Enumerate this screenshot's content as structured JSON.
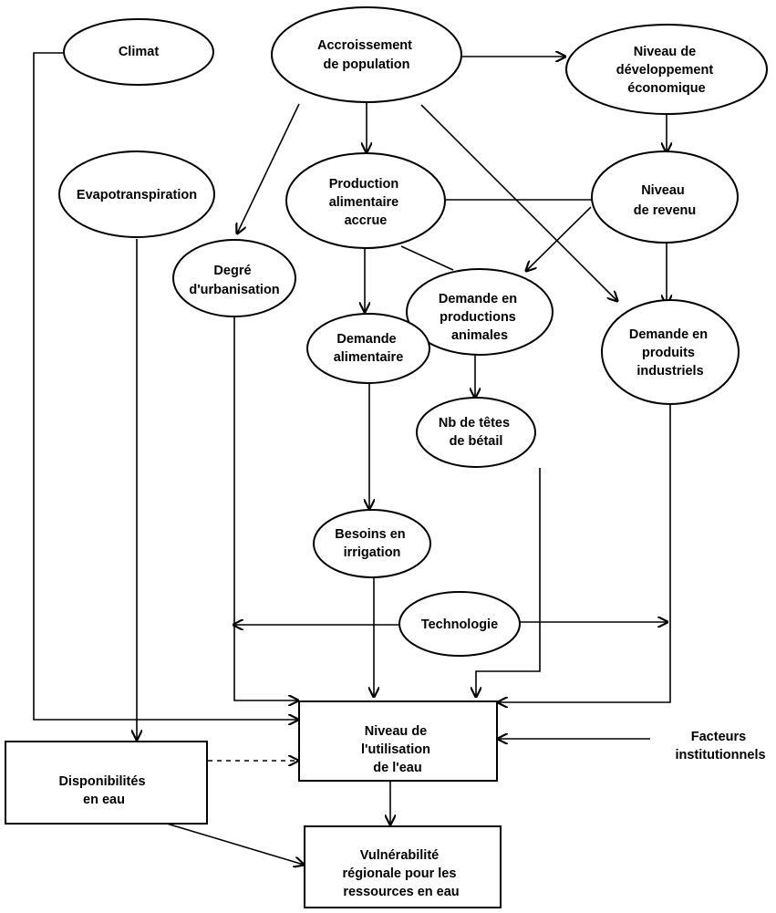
{
  "nodes": {
    "climat": {
      "lines": [
        "Climat"
      ]
    },
    "accroissement": {
      "lines": [
        "Accroissement",
        "de population"
      ]
    },
    "niveau_dev": {
      "lines": [
        "Niveau de",
        "développement",
        "économique"
      ]
    },
    "evapo": {
      "lines": [
        "Evapotranspiration"
      ]
    },
    "production": {
      "lines": [
        "Production",
        "alimentaire",
        "accrue"
      ]
    },
    "revenu": {
      "lines": [
        "Niveau",
        "de revenu"
      ]
    },
    "urbanisation": {
      "lines": [
        "Degré",
        "d'urbanisation"
      ]
    },
    "demande_animale": {
      "lines": [
        "Demande en",
        "productions",
        "animales"
      ]
    },
    "demande_alim": {
      "lines": [
        "Demande",
        "alimentaire"
      ]
    },
    "demande_indus": {
      "lines": [
        "Demande en",
        "produits",
        "industriels"
      ]
    },
    "betail": {
      "lines": [
        "Nb de têtes",
        "de bétail"
      ]
    },
    "irrigation": {
      "lines": [
        "Besoins en",
        "irrigation"
      ]
    },
    "technologie": {
      "lines": [
        "Technologie"
      ]
    },
    "utilisation": {
      "lines": [
        "Niveau de",
        "l'utilisation",
        "de l'eau"
      ]
    },
    "facteurs": {
      "lines": [
        "Facteurs",
        "institutionnels"
      ]
    },
    "disponibilites": {
      "lines": [
        "Disponibilités",
        "en eau"
      ]
    },
    "vulnerabilite": {
      "lines": [
        "Vulnérabilité",
        "régionale pour les",
        "ressources en eau"
      ]
    }
  }
}
